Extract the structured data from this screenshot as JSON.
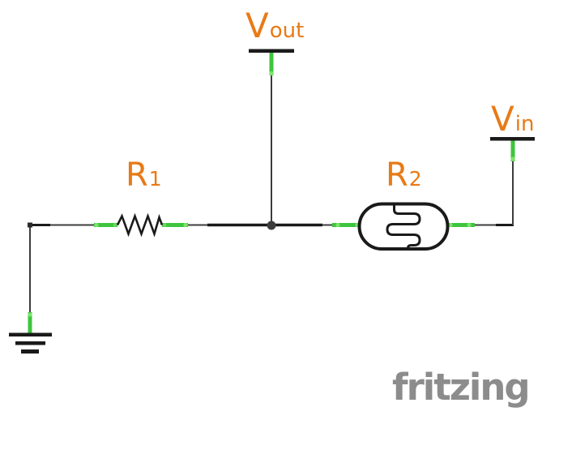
{
  "colors": {
    "label_orange": "#e87a16",
    "pin_green": "#3dc53d",
    "pin_green_bright": "#7ce36c",
    "wire_gray": "#3c3c3c",
    "symbol_black": "#1a1a1a",
    "logo_gray": "#8c8c8c",
    "background": "#ffffff"
  },
  "schematic": {
    "labels": {
      "vout": {
        "main": "V",
        "sub": "out"
      },
      "vin": {
        "main": "V",
        "sub": "in"
      },
      "r1": {
        "main": "R",
        "sub": "1"
      },
      "r2": {
        "main": "R",
        "sub": "2"
      }
    },
    "components": {
      "r1_type": "resistor-symbol",
      "r2_type": "photoresistor-ldr-symbol",
      "ground_type": "ground-symbol",
      "vout_type": "net-terminal-bar",
      "vin_type": "net-terminal-bar"
    }
  },
  "watermark": {
    "text": "fritzing"
  }
}
